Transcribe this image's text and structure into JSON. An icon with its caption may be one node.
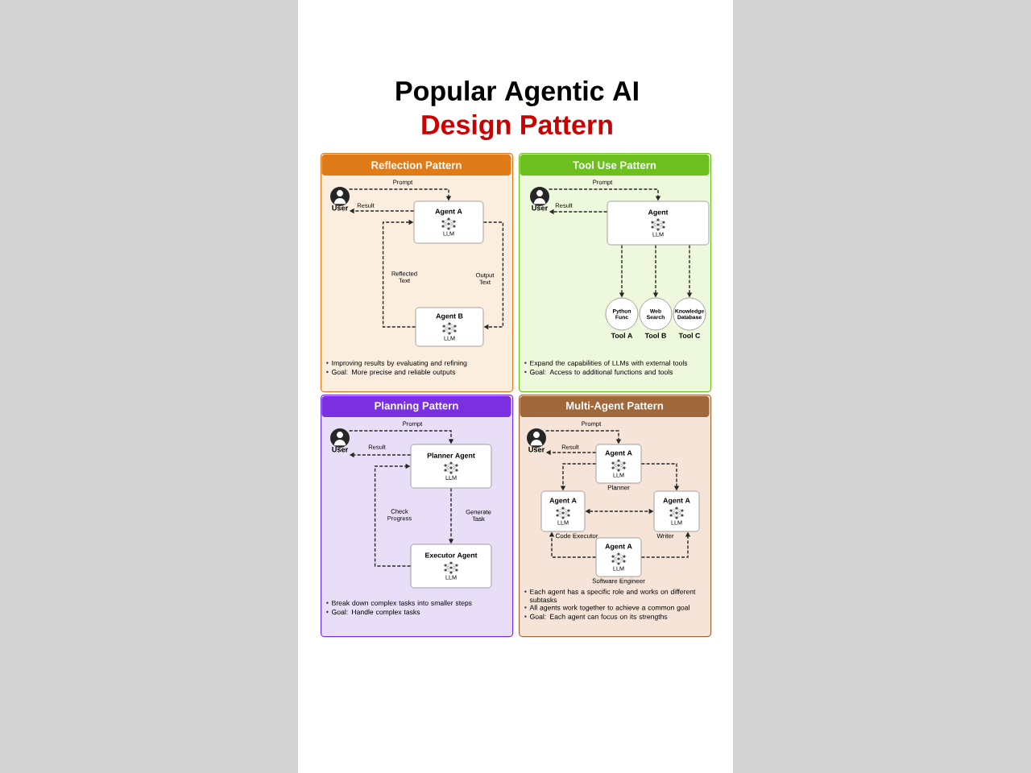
{
  "diagram": {
    "title": "Popular Agentic AI",
    "labels": [
      "Design Pattern"
    ],
    "nodes": [
      {
        "text": [
          "Reflection Pattern",
          "Improving results by evaluating and refining",
          "Goal: More precise and reliable outputs"
        ]
      },
      {
        "text": [
          "User"
        ],
        "in": 0
      },
      {
        "text": [
          "Agent A",
          "LLM"
        ],
        "in": 0
      },
      {
        "text": [
          "Agent B",
          "LLM"
        ],
        "in": 0
      },
      {
        "text": [
          "Tool Use Pattern",
          "Expand the capabilities of LLMs with external tools",
          "Goal: Access to additional functions and tools"
        ]
      },
      {
        "text": [
          "User"
        ],
        "in": 4
      },
      {
        "text": [
          "Agent",
          "LLM"
        ],
        "in": 4
      },
      {
        "text": [
          "Python Func"
        ],
        "beside": [
          "Tool A"
        ],
        "in": 4
      },
      {
        "text": [
          "Web Search"
        ],
        "beside": [
          "Tool B"
        ],
        "in": 4
      },
      {
        "text": [
          "Knowledge Database"
        ],
        "beside": [
          "Tool C"
        ],
        "in": 4
      },
      {
        "text": [
          "Planning Pattern",
          "Break down complex tasks into smaller steps",
          "Goal: Handle complex tasks"
        ]
      },
      {
        "text": [
          "User"
        ],
        "in": 10
      },
      {
        "text": [
          "Planner Agent",
          "LLM"
        ],
        "in": 10
      },
      {
        "text": [
          "Executor Agent",
          "LLM"
        ],
        "in": 10
      },
      {
        "text": [
          "Multi-Agent Pattern",
          "Each agent has a specific role and works on different subtasks",
          "All agents work together to achieve a common goal",
          "Goal: Each agent can focus on its strengths"
        ]
      },
      {
        "text": [
          "User"
        ],
        "in": 14
      },
      {
        "text": [
          "Agent A",
          "LLM"
        ],
        "beside": [
          "Planner"
        ],
        "in": 14
      },
      {
        "text": [
          "Agent A",
          "LLM"
        ],
        "beside": [
          "Code Executor"
        ],
        "in": 14
      },
      {
        "text": [
          "Agent A",
          "LLM"
        ],
        "beside": [
          "Writer"
        ],
        "in": 14
      },
      {
        "text": [
          "Agent A",
          "LLM"
        ],
        "beside": [
          "Software Engineer"
        ],
        "in": 14
      }
    ],
    "edges": [
      {
        "from": 1,
        "to": 2,
        "arrow": "to",
        "label": "Prompt"
      },
      {
        "from": 2,
        "to": 1,
        "arrow": "to",
        "label": "Result"
      },
      {
        "from": 2,
        "to": 3,
        "arrow": "to",
        "label": "Output Text"
      },
      {
        "from": 3,
        "to": 2,
        "arrow": "to",
        "label": "Reflected Text"
      },
      {
        "from": 5,
        "to": 6,
        "arrow": "to",
        "label": "Prompt"
      },
      {
        "from": 6,
        "to": 5,
        "arrow": "to",
        "label": "Result"
      },
      {
        "from": 6,
        "to": 7,
        "arrow": "to"
      },
      {
        "from": 6,
        "to": 8,
        "arrow": "to"
      },
      {
        "from": 6,
        "to": 9,
        "arrow": "to"
      },
      {
        "from": 11,
        "to": 12,
        "arrow": "to",
        "label": "Prompt"
      },
      {
        "from": 12,
        "to": 11,
        "arrow": "to",
        "label": "Result"
      },
      {
        "from": 12,
        "to": 13,
        "arrow": "to",
        "label": "Generate Task"
      },
      {
        "from": 13,
        "to": 12,
        "arrow": "to",
        "label": "Check Progress"
      },
      {
        "from": 15,
        "to": 16,
        "arrow": "to",
        "label": "Prompt"
      },
      {
        "from": 16,
        "to": 15,
        "arrow": "to",
        "label": "Result"
      },
      {
        "from": 16,
        "to": 17,
        "arrow": "to"
      },
      {
        "from": 16,
        "to": 18,
        "arrow": "to"
      },
      {
        "from": 17,
        "to": 18,
        "arrow": "both"
      },
      {
        "from": 19,
        "to": 17,
        "arrow": "to"
      },
      {
        "from": 19,
        "to": 18,
        "arrow": "to"
      }
    ]
  }
}
